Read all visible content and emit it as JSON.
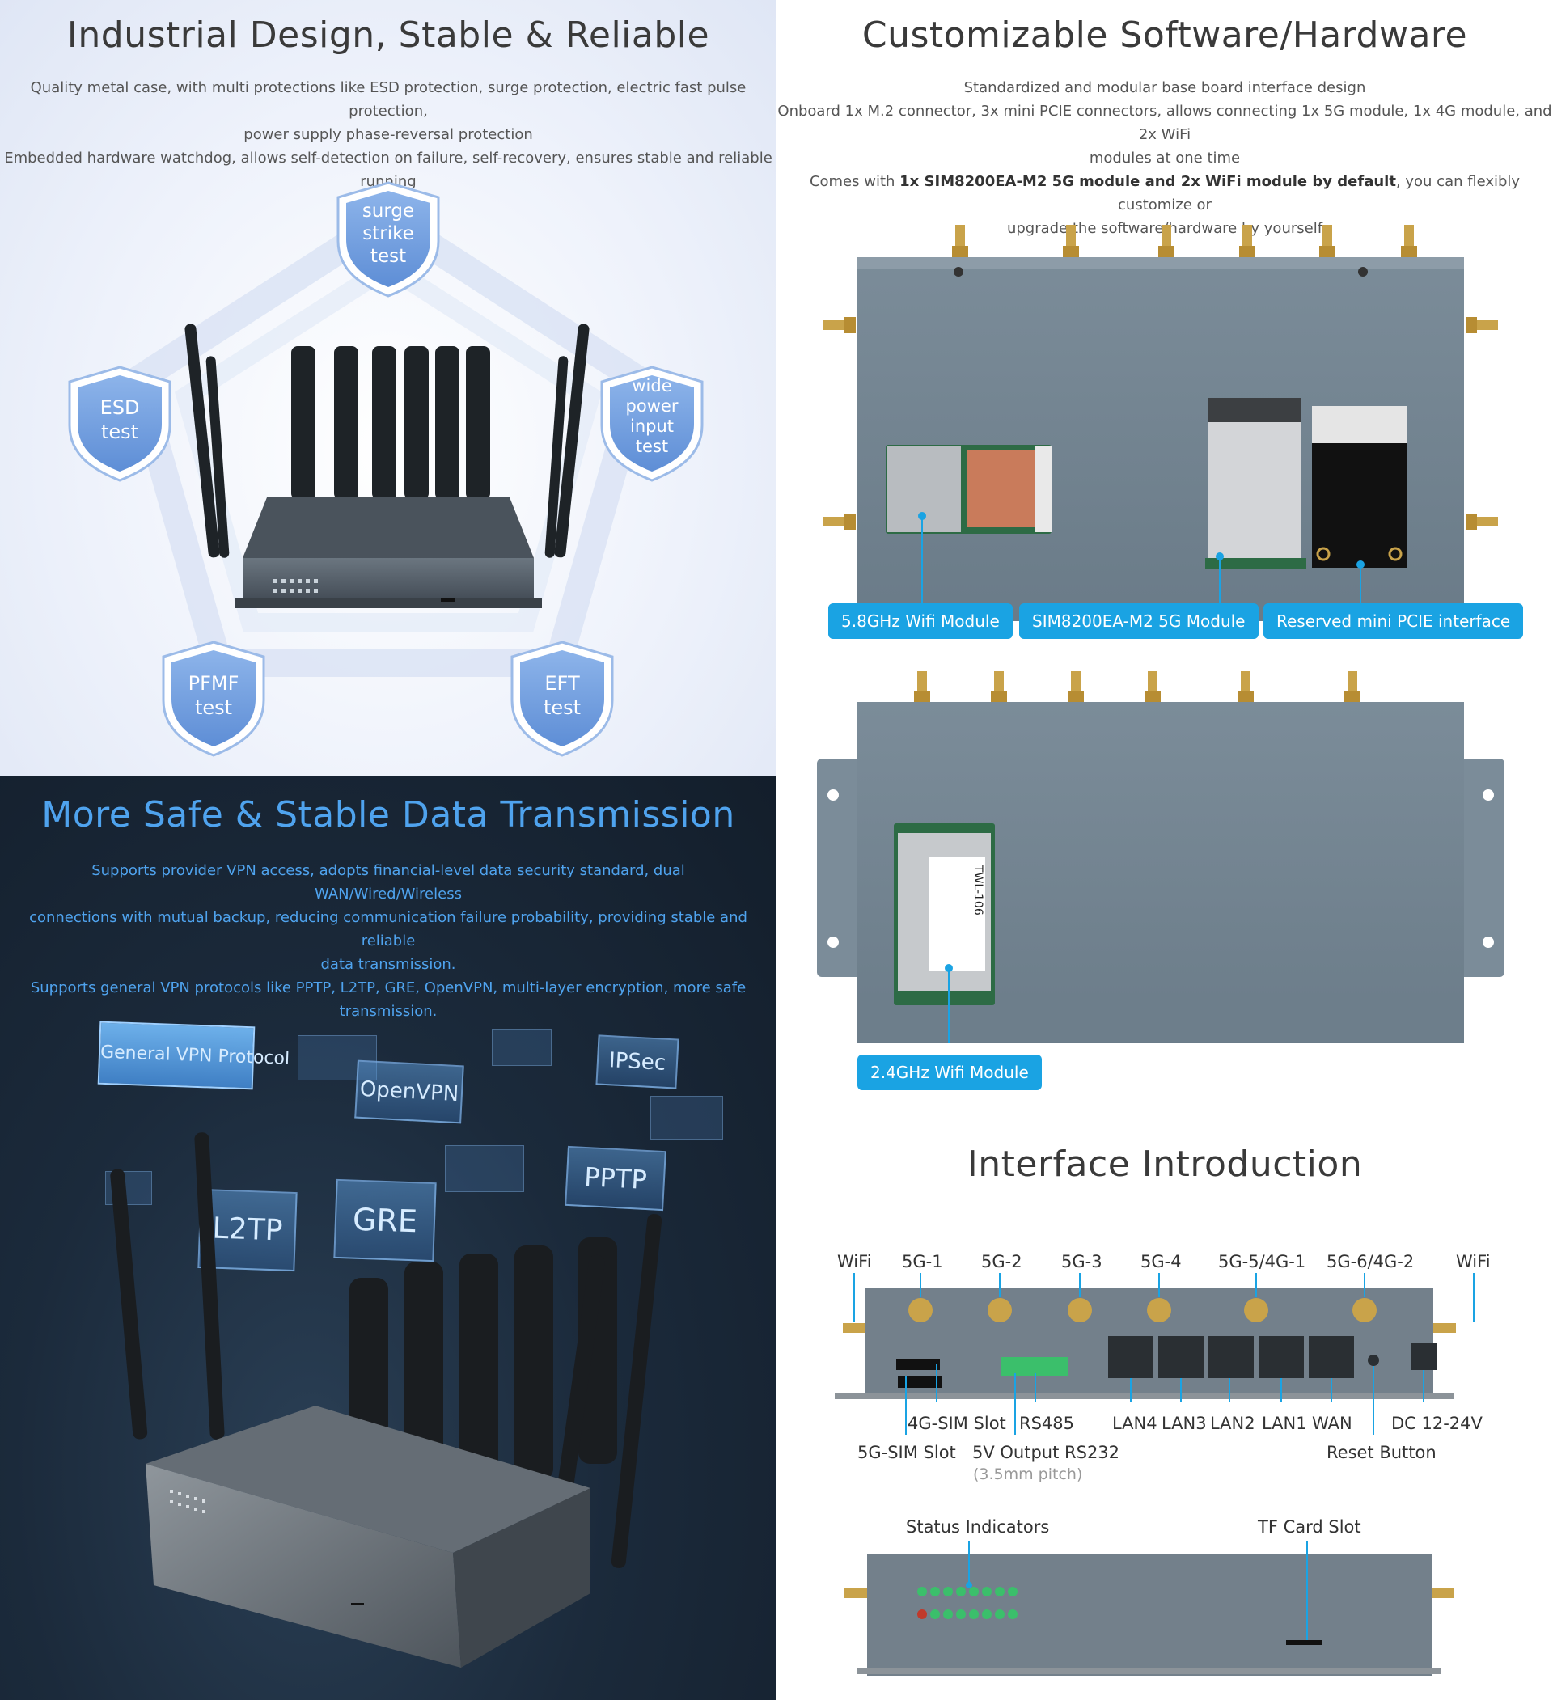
{
  "durability": {
    "title": "Industrial Design, Stable & Reliable",
    "line1": "Quality metal case, with multi protections like ESD protection, surge protection, electric fast pulse protection,",
    "line2": "power supply phase-reversal protection",
    "line3": "Embedded hardware watchdog, allows self-detection on failure, self-recovery, ensures stable and reliable running",
    "shields": [
      {
        "l1": "surge",
        "l2": "strike",
        "l3": "test"
      },
      {
        "l1": "ESD",
        "l2": "test"
      },
      {
        "l1": "wide",
        "l2": "power",
        "l3": "input",
        "l4": "test"
      },
      {
        "l1": "PFMF",
        "l2": "test"
      },
      {
        "l1": "EFT",
        "l2": "test"
      }
    ]
  },
  "custom": {
    "title": "Customizable Software/Hardware",
    "line1": "Standardized and modular base board interface design",
    "line2": "Onboard 1x M.2 connector, 3x mini PCIE connectors, allows connecting 1x 5G module, 1x 4G module, and 2x WiFi",
    "line3": "modules at one time",
    "line4_pre": "Comes with ",
    "line4_bold": "1x SIM8200EA-M2 5G module and 2x WiFi module by default",
    "line4_post": ", you can flexibly customize or",
    "line5": "upgrade the software/hardware by yourself",
    "tag_wifi58": "5.8GHz Wifi Module",
    "tag_5g": "SIM8200EA-M2 5G Module",
    "tag_pcie": "Reserved mini PCIE interface",
    "tag_wifi24": "2.4GHz Wifi Module",
    "module_label": "TWL-106"
  },
  "interface": {
    "title": "Interface Introduction",
    "top": [
      "WiFi",
      "5G-1",
      "5G-2",
      "5G-3",
      "5G-4",
      "5G-5/4G-1",
      "5G-6/4G-2",
      "WiFi"
    ],
    "sim4g": "4G-SIM Slot",
    "rs485": "RS485",
    "lan4": "LAN4",
    "lan3": "LAN3",
    "lan2": "LAN2",
    "lan1": "LAN1",
    "wan": "WAN",
    "dc": "DC 12-24V",
    "sim5g": "5G-SIM Slot",
    "rs232": "5V Output RS232",
    "pitch": "(3.5mm pitch)",
    "reset": "Reset Button",
    "status": "Status Indicators",
    "tf": "TF Card Slot"
  },
  "security": {
    "title": "More Safe & Stable Data Transmission",
    "line1": "Supports provider VPN access, adopts financial-level data security standard, dual WAN/Wired/Wireless",
    "line2": "connections with mutual backup, reducing communication failure probability, providing stable and reliable",
    "line3": "data transmission.",
    "line4": "Supports general VPN protocols like PPTP, L2TP, GRE, OpenVPN, multi-layer encryption, more safe",
    "line5": "transmission.",
    "tags": {
      "general": "General VPN Protocol",
      "openvpn": "OpenVPN",
      "ipsec": "IPSec",
      "pptp": "PPTP",
      "l2tp": "L2TP",
      "gre": "GRE"
    }
  },
  "colors": {
    "accent": "#1aa3e3",
    "shield": "#7aa6e0",
    "security_text": "#4fa3ee"
  }
}
